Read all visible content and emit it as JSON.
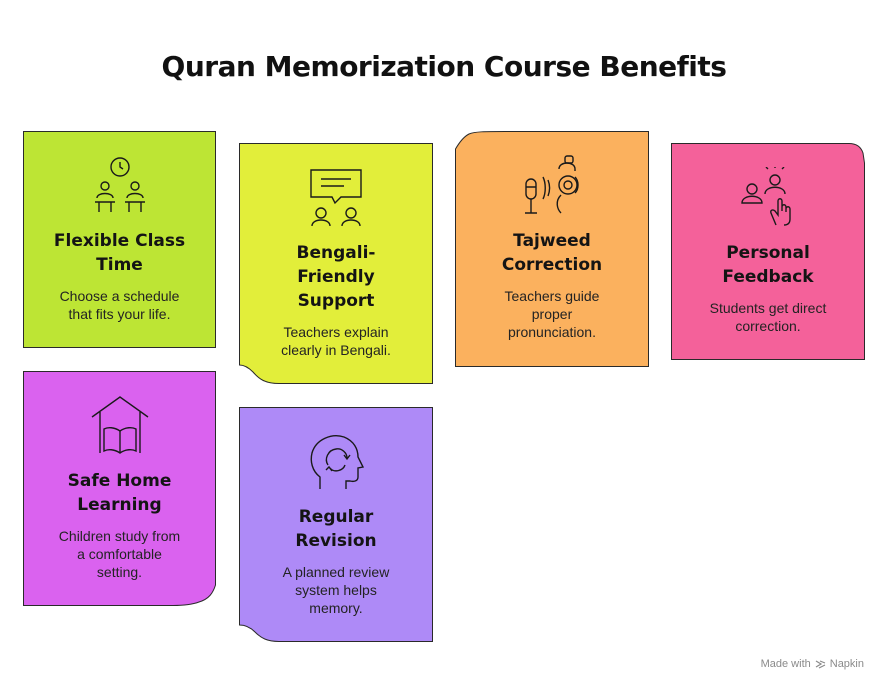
{
  "title": "Quran Memorization Course Benefits",
  "cards": [
    {
      "icon": "classroom-clock-icon",
      "title": "Flexible Class\nTime",
      "desc": "Choose a schedule\nthat fits your life.",
      "color": "#bde534"
    },
    {
      "icon": "chat-support-icon",
      "title": "Bengali-\nFriendly\nSupport",
      "desc": "Teachers explain\nclearly in Bengali.",
      "color": "#e2ee3a"
    },
    {
      "icon": "microphone-listener-icon",
      "title": "Tajweed\nCorrection",
      "desc": "Teachers guide\nproper\npronunciation.",
      "color": "#fbb15e"
    },
    {
      "icon": "people-pointer-icon",
      "title": "Personal\nFeedback",
      "desc": "Students get direct\ncorrection.",
      "color": "#f4619a"
    },
    {
      "icon": "home-book-icon",
      "title": "Safe Home\nLearning",
      "desc": "Children study from\na comfortable\nsetting.",
      "color": "#da62ef"
    },
    {
      "icon": "head-cycle-icon",
      "title": "Regular\nRevision",
      "desc": "A planned review\nsystem helps\nmemory.",
      "color": "#ae8af7"
    }
  ],
  "credit": {
    "text": "Made with",
    "brand": "Napkin"
  }
}
